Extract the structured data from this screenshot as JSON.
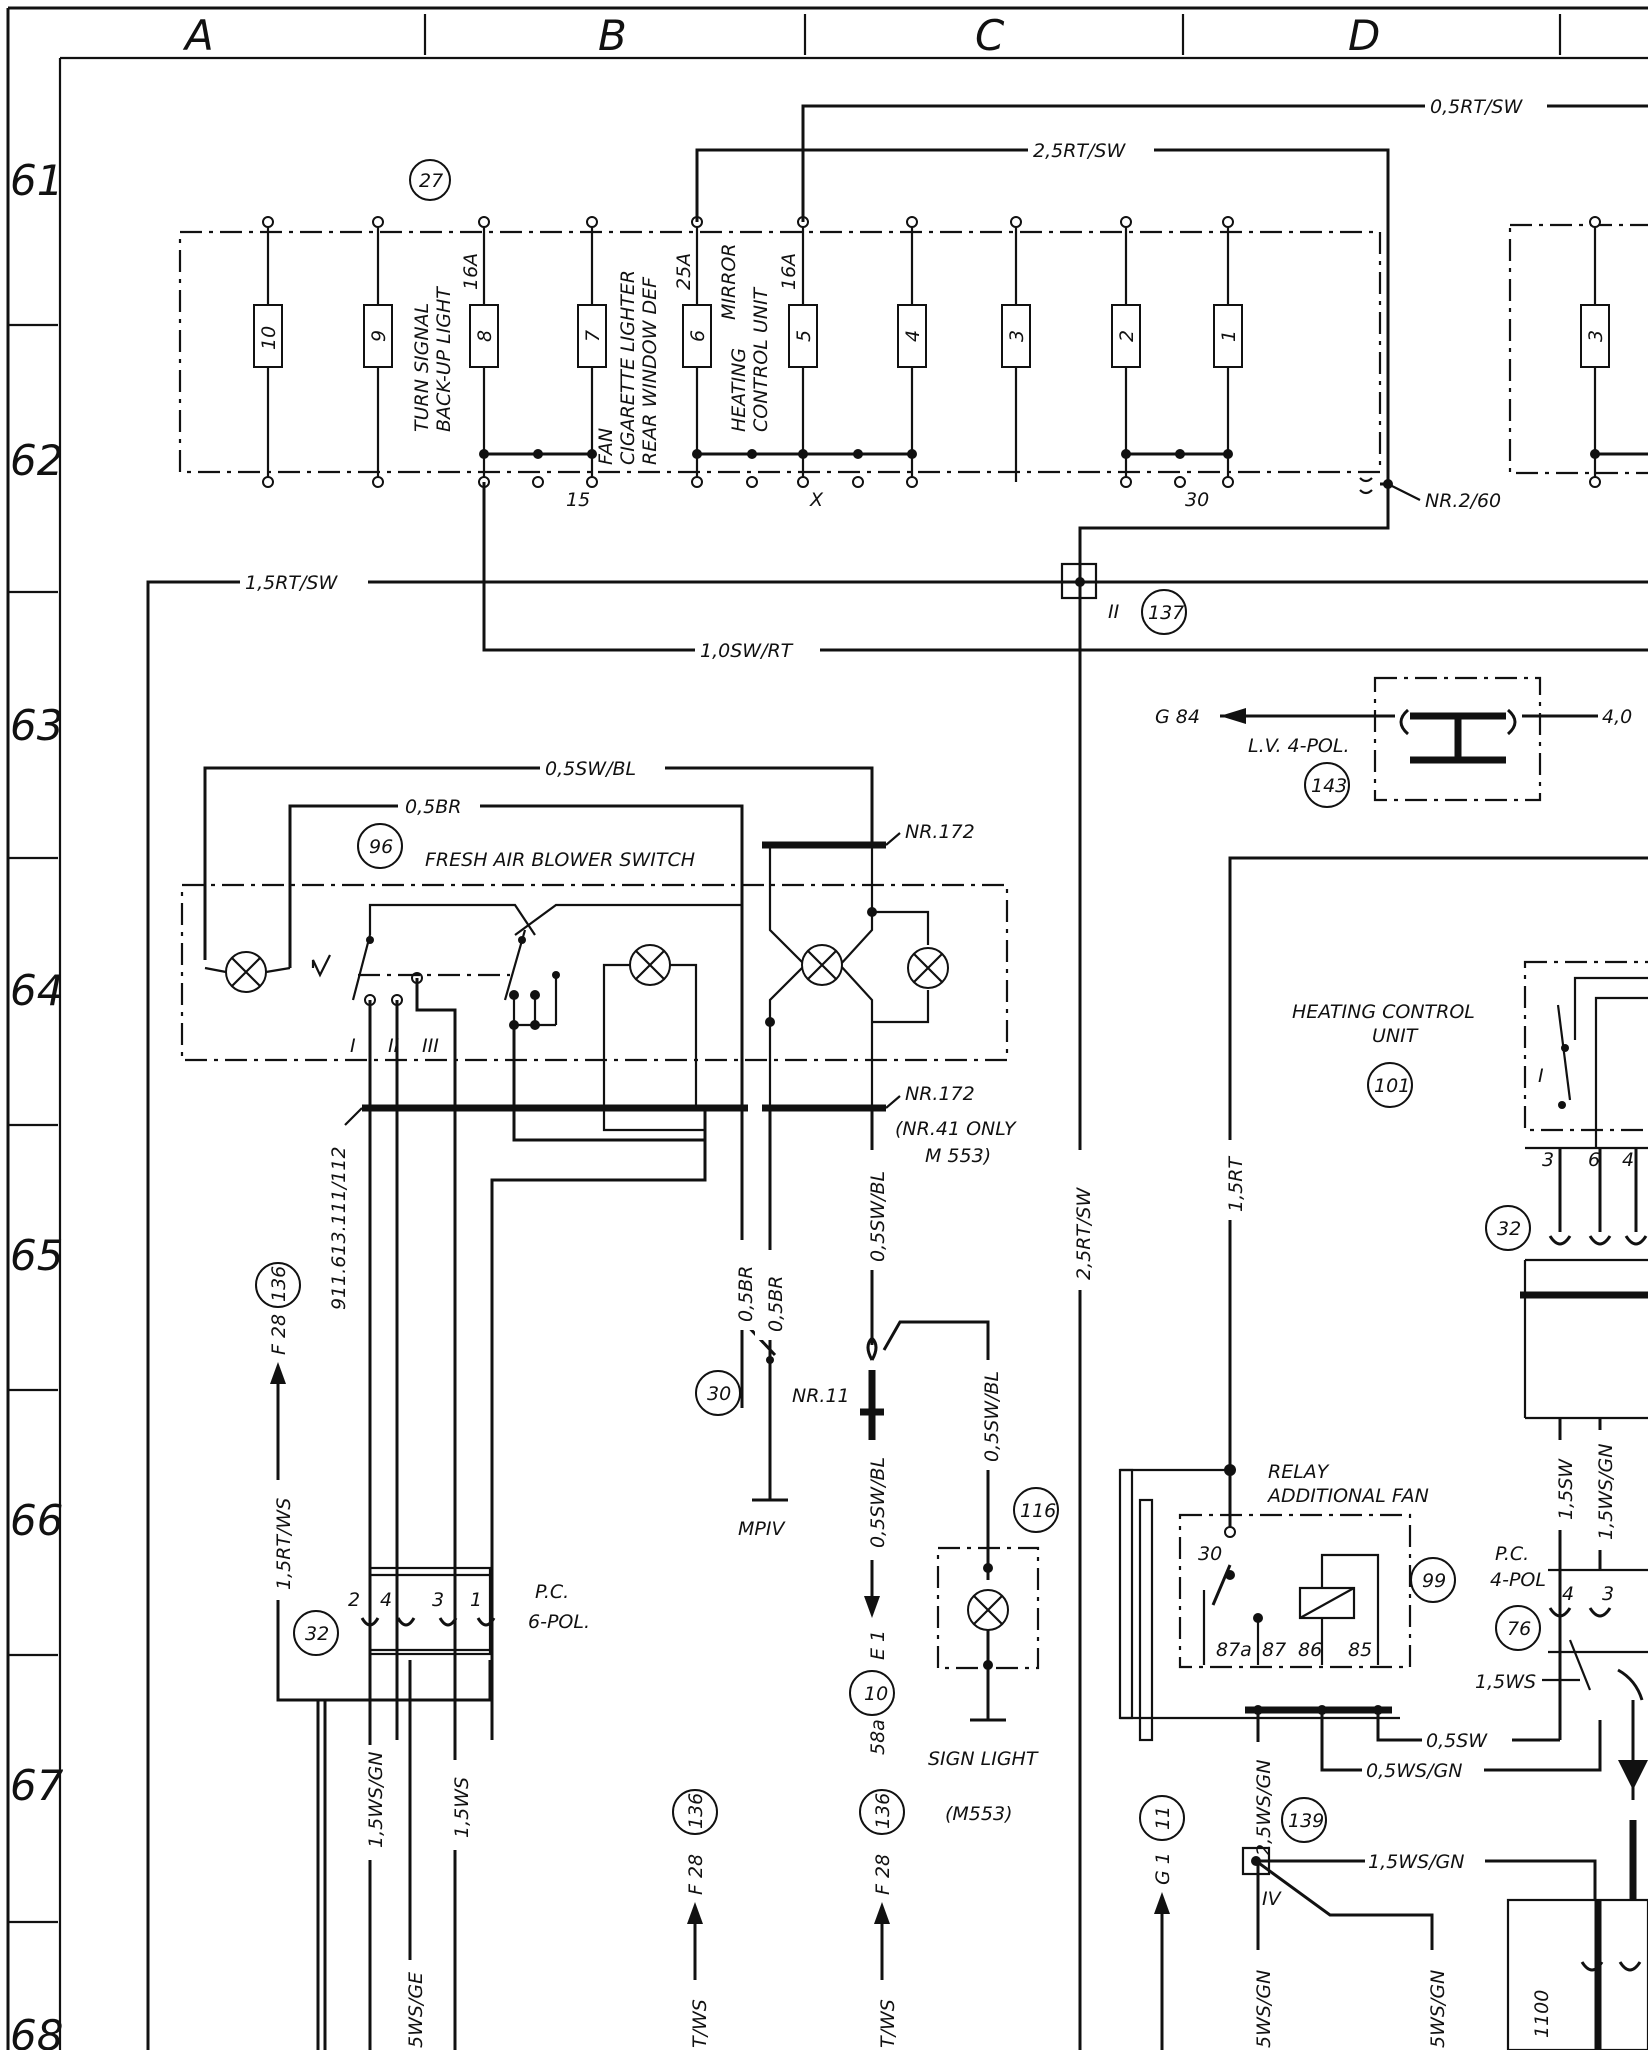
{
  "columns": [
    "A",
    "B",
    "C",
    "D"
  ],
  "rows": [
    "61",
    "62",
    "63",
    "64",
    "65",
    "66",
    "67",
    "68"
  ],
  "components": {
    "fuse_box": {
      "ref": "27",
      "fuses": [
        "10",
        "9",
        "8",
        "7",
        "6",
        "5",
        "4",
        "3",
        "2",
        "1"
      ],
      "fuse_right": "3",
      "labels": {
        "turn_signal": "TURN SIGNAL",
        "backup": "BACK-UP LIGHT",
        "amp16a": "16A",
        "fan": "FAN",
        "lighter": "CIGARETTE LIGHTER",
        "rear_def": "REAR WINDOW DEF",
        "amp25a": "25A",
        "mirror": "MIRROR",
        "heating": "HEATING",
        "control_unit": "CONTROL UNIT",
        "amp16a_2": "16A"
      },
      "terminals": {
        "t15": "15",
        "tx": "X",
        "t30": "30"
      }
    },
    "connector_137": {
      "ref": "137",
      "pin": "II"
    },
    "nr260": "NR.2/60",
    "lv4pol": {
      "ref": "143",
      "label": "L.V. 4-POL.",
      "g84": "G 84"
    },
    "blower_switch": {
      "ref": "96",
      "title": "FRESH AIR BLOWER SWITCH",
      "pos1": "I",
      "pos2": "II",
      "pos3": "III",
      "nr172_top": "NR.172",
      "nr172_bot": "NR.172",
      "nr41": "(NR.41 ONLY",
      "m553": "M 553)",
      "part_no": "911.613.111/112"
    },
    "heating_control": {
      "ref": "101",
      "line1": "HEATING CONTROL",
      "line2": "UNIT",
      "pin_i": "I",
      "pins": [
        "3",
        "6",
        "4"
      ]
    },
    "relay": {
      "ref": "99",
      "line1": "RELAY",
      "line2": "ADDITIONAL FAN",
      "t30": "30",
      "t87a": "87a",
      "t87": "87",
      "t86": "86",
      "t85": "85"
    },
    "pc6": {
      "ref": "32",
      "label1": "P.C.",
      "label2": "6-POL.",
      "pins": [
        "2",
        "4",
        "3",
        "1"
      ]
    },
    "pc4": {
      "ref": "76",
      "label1": "P.C.",
      "label2": "4-POL",
      "pins": [
        "4",
        "3"
      ]
    },
    "pc_right_ref": "32",
    "ground": {
      "ref": "30",
      "label": "MPIV",
      "nr11": "NR.11"
    },
    "sign_light": {
      "ref": "116",
      "label": "SIGN LIGHT",
      "model": "(M553)"
    },
    "e1": {
      "ref": "10",
      "label": "E 1",
      "sub": "58a"
    },
    "f28_left": {
      "ref": "136",
      "label": "F 28"
    },
    "f28_mid": {
      "ref": "136",
      "label": "F 28"
    },
    "f28_right": {
      "ref": "136",
      "label": "F 28"
    },
    "g1": {
      "ref": "11",
      "label": "G 1"
    },
    "conn139": {
      "ref": "139",
      "pin": "IV"
    },
    "part_1100": "1100"
  },
  "wires": {
    "w_05rtsw": "0,5RT/SW",
    "w_25rtsw": "2,5RT/SW",
    "w_15rtsw": "1,5RT/SW",
    "w_10swrt": "1,0SW/RT",
    "w_40": "4,0",
    "w_05swbl": "0,5SW/BL",
    "w_05br": "0,5BR",
    "w_05br_v1": "0,5BR",
    "w_05br_v2": "0,5BR",
    "w_05swbl_v": "0,5SW/BL",
    "w_25rtsw_v": "2,5RT/SW",
    "w_15rt_v": "1,5RT",
    "w_05swbl_sign": "0,5SW/BL",
    "w_05swbl_e1": "0,5SW/BL",
    "w_15rtws": "1,5RT/WS",
    "w_15wsgn": "1,5WS/GN",
    "w_15ws": "1,5WS",
    "w_wsge": "5WS/GE",
    "w_tws_mid": "T/WS",
    "w_tws_right": "T/WS",
    "w_15sw_v": "1,5SW",
    "w_15wsgn_v": "1,5WS/GN",
    "w_15ws_76": "1,5WS",
    "w_05sw": "0,5SW",
    "w_05wsgn": "0,5WS/GN",
    "w_25wsgn": "2,5WS/GN",
    "w_15wsgn_139": "1,5WS/GN",
    "w_5wsgn_a": "5WS/GN",
    "w_5wsgn_b": "5WS/GN"
  }
}
